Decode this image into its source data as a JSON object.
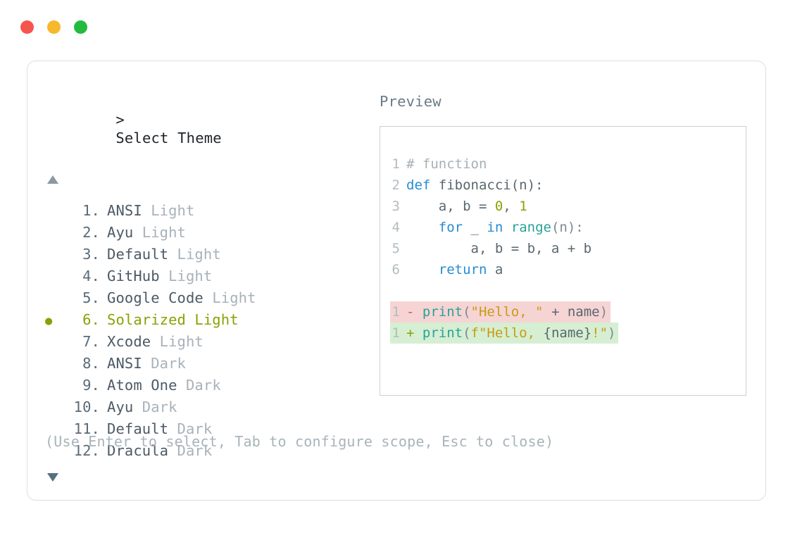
{
  "window": {
    "dots": [
      {
        "name": "close",
        "color": "#f4564e"
      },
      {
        "name": "minimize",
        "color": "#f6b82c"
      },
      {
        "name": "maximize",
        "color": "#22bb3f"
      }
    ]
  },
  "picker": {
    "prompt_caret": ">",
    "prompt_label": "Select Theme",
    "scroll_up_icon": "triangle-up",
    "scroll_down_icon": "triangle-down",
    "selected_index": 6,
    "selected_bullet": "●",
    "items": [
      {
        "index": "1.",
        "name": "ANSI",
        "variant": "Light",
        "selected": false
      },
      {
        "index": "2.",
        "name": "Ayu",
        "variant": "Light",
        "selected": false
      },
      {
        "index": "3.",
        "name": "Default",
        "variant": "Light",
        "selected": false
      },
      {
        "index": "4.",
        "name": "GitHub",
        "variant": "Light",
        "selected": false
      },
      {
        "index": "5.",
        "name": "Google Code",
        "variant": "Light",
        "selected": false
      },
      {
        "index": "6.",
        "name": "Solarized",
        "variant": "Light",
        "selected": true
      },
      {
        "index": "7.",
        "name": "Xcode",
        "variant": "Light",
        "selected": false
      },
      {
        "index": "8.",
        "name": "ANSI",
        "variant": "Dark",
        "selected": false
      },
      {
        "index": "9.",
        "name": "Atom One",
        "variant": "Dark",
        "selected": false
      },
      {
        "index": "10.",
        "name": "Ayu",
        "variant": "Dark",
        "selected": false
      },
      {
        "index": "11.",
        "name": "Default",
        "variant": "Dark",
        "selected": false
      },
      {
        "index": "12.",
        "name": "Dracula",
        "variant": "Dark",
        "selected": false
      }
    ]
  },
  "preview": {
    "label": "Preview",
    "code_lines": [
      {
        "num": "1",
        "tokens": [
          {
            "t": "# function",
            "c": "comment"
          }
        ]
      },
      {
        "num": "2",
        "tokens": [
          {
            "t": "def",
            "c": "keyword"
          },
          {
            "t": " fibonacci(n):",
            "c": "plain"
          }
        ]
      },
      {
        "num": "3",
        "tokens": [
          {
            "t": "    a, b = ",
            "c": "plain"
          },
          {
            "t": "0",
            "c": "num"
          },
          {
            "t": ", ",
            "c": "plain"
          },
          {
            "t": "1",
            "c": "num"
          }
        ]
      },
      {
        "num": "4",
        "tokens": [
          {
            "t": "    ",
            "c": "plain"
          },
          {
            "t": "for",
            "c": "keyword"
          },
          {
            "t": " _ ",
            "c": "plain"
          },
          {
            "t": "in",
            "c": "keyword"
          },
          {
            "t": " ",
            "c": "plain"
          },
          {
            "t": "range",
            "c": "func"
          },
          {
            "t": "(n):",
            "c": "punct"
          }
        ]
      },
      {
        "num": "5",
        "tokens": [
          {
            "t": "        a, b = b, a + b",
            "c": "plain"
          }
        ]
      },
      {
        "num": "6",
        "tokens": [
          {
            "t": "    ",
            "c": "plain"
          },
          {
            "t": "return",
            "c": "keyword"
          },
          {
            "t": " a",
            "c": "plain"
          }
        ]
      }
    ],
    "diff_lines": [
      {
        "kind": "remove",
        "num": "1",
        "sign": "-",
        "tokens": [
          {
            "t": "print",
            "c": "func"
          },
          {
            "t": "(",
            "c": "punct"
          },
          {
            "t": "\"Hello, \"",
            "c": "string"
          },
          {
            "t": " + name",
            "c": "plain"
          },
          {
            "t": ")",
            "c": "punct"
          }
        ]
      },
      {
        "kind": "add",
        "num": "1",
        "sign": "+",
        "tokens": [
          {
            "t": "print",
            "c": "func"
          },
          {
            "t": "(",
            "c": "punct"
          },
          {
            "t": "f\"Hello, ",
            "c": "string"
          },
          {
            "t": "{name}",
            "c": "plain"
          },
          {
            "t": "!\"",
            "c": "string"
          },
          {
            "t": ")",
            "c": "punct"
          }
        ]
      }
    ]
  },
  "footer": {
    "help_text": "(Use Enter to select, Tab to configure scope, Esc to close)"
  },
  "colors": {
    "accent_selected": "#8ca005",
    "keyword": "#268bd2",
    "function": "#2aa198",
    "string": "#c99b12",
    "number": "#8ca005",
    "diff_remove_bg": "#f6d4d4",
    "diff_add_bg": "#d6efd3",
    "card_border": "#dedede",
    "preview_border": "#c8d2cc"
  }
}
